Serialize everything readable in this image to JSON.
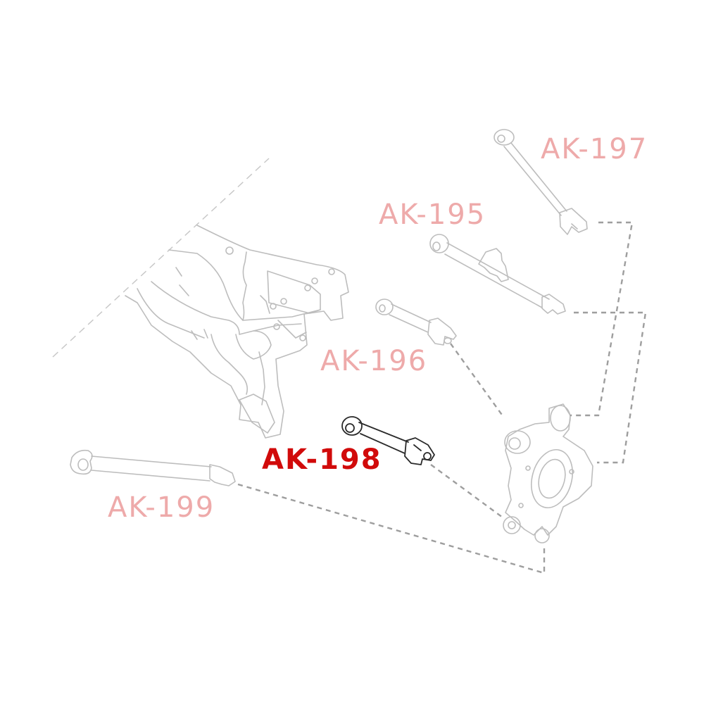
{
  "diagram": {
    "subject": "rear suspension exploded view",
    "colors": {
      "label_default": "#eeaaaa",
      "label_highlight": "#d10a0a",
      "line_art": "#bdbdbd",
      "highlight_line_art": "#2a2a2a",
      "connector_dash": "#9e9e9e",
      "background": "#ffffff"
    },
    "parts": [
      {
        "id": "ak197",
        "label": "AK-197",
        "highlighted": false
      },
      {
        "id": "ak195",
        "label": "AK-195",
        "highlighted": false
      },
      {
        "id": "ak196",
        "label": "AK-196",
        "highlighted": false
      },
      {
        "id": "ak198",
        "label": "AK-198",
        "highlighted": true
      },
      {
        "id": "ak199",
        "label": "AK-199",
        "highlighted": false
      }
    ],
    "components": [
      "subframe",
      "knuckle"
    ]
  }
}
